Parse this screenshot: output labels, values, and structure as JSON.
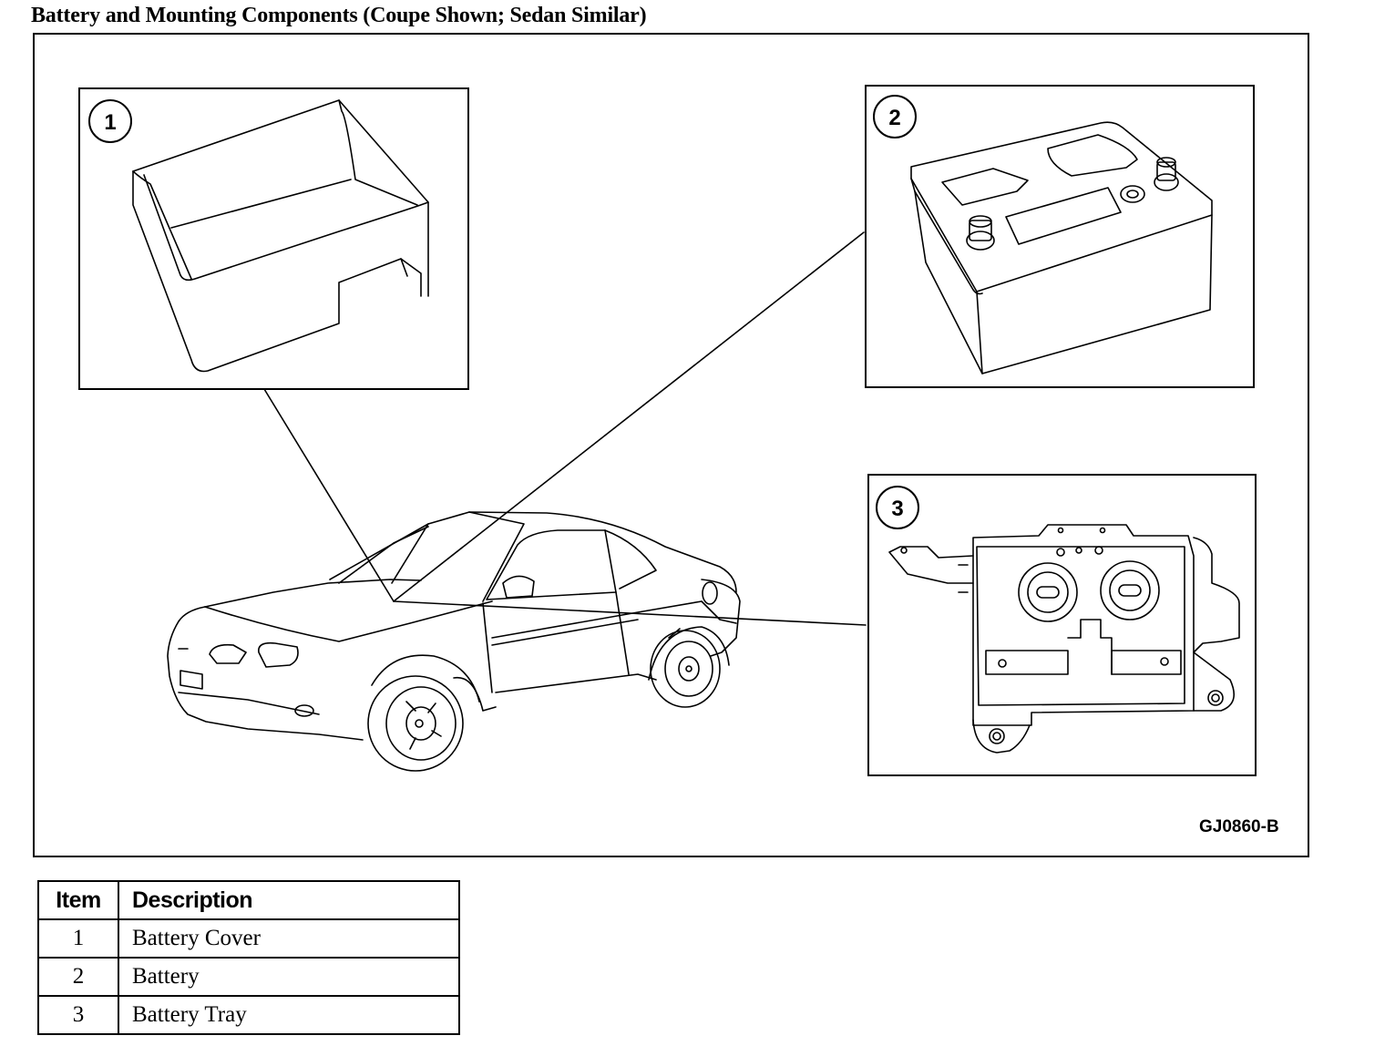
{
  "title": "Battery and Mounting Components (Coupe Shown; Sedan Similar)",
  "figure": {
    "ref_code": "GJ0860-B",
    "callouts": [
      "1",
      "2",
      "3"
    ]
  },
  "legend": {
    "headers": {
      "item": "Item",
      "description": "Description"
    },
    "rows": [
      {
        "item": "1",
        "description": "Battery Cover"
      },
      {
        "item": "2",
        "description": "Battery"
      },
      {
        "item": "3",
        "description": "Battery Tray"
      }
    ]
  }
}
